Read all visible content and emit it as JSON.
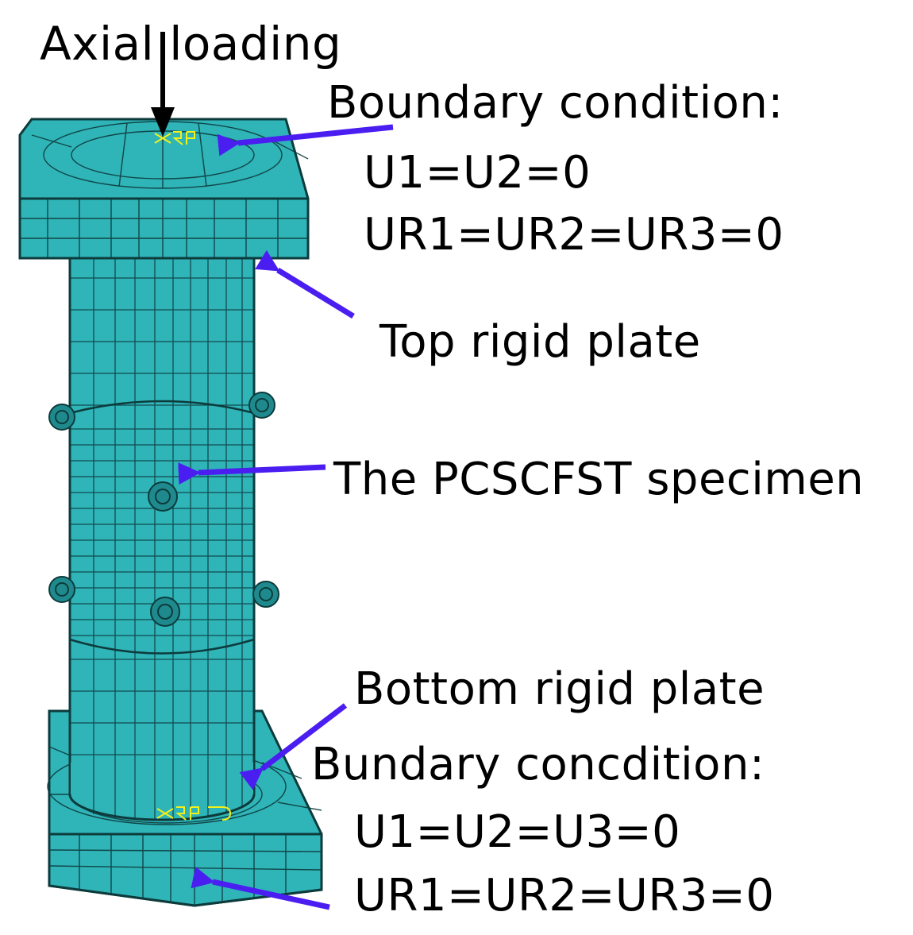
{
  "colors": {
    "mesh_fill": "#2fb4b8",
    "mesh_line": "#0d3b3c",
    "arrow_blue": "#4a1ef0",
    "load_arrow": "#000000",
    "rp_marker": "#f3f01a"
  },
  "labels": {
    "axial_loading": "Axial loading",
    "top_boundary_title": "Boundary condition:",
    "top_boundary_u": "U1=U2=0",
    "top_boundary_ur": "UR1=UR2=UR3=0",
    "top_plate": "Top rigid plate",
    "specimen": "The PCSCFST specimen",
    "bottom_plate": "Bottom rigid plate",
    "bottom_boundary_title": "Bundary concdition:",
    "bottom_boundary_u": "U1=U2=U3=0",
    "bottom_boundary_ur": "UR1=UR2=UR3=0"
  },
  "icons": {
    "load_arrow": "arrow-down-icon",
    "pointer_arrows": "arrow-left-icon",
    "reference_point": "rp-marker-icon"
  }
}
